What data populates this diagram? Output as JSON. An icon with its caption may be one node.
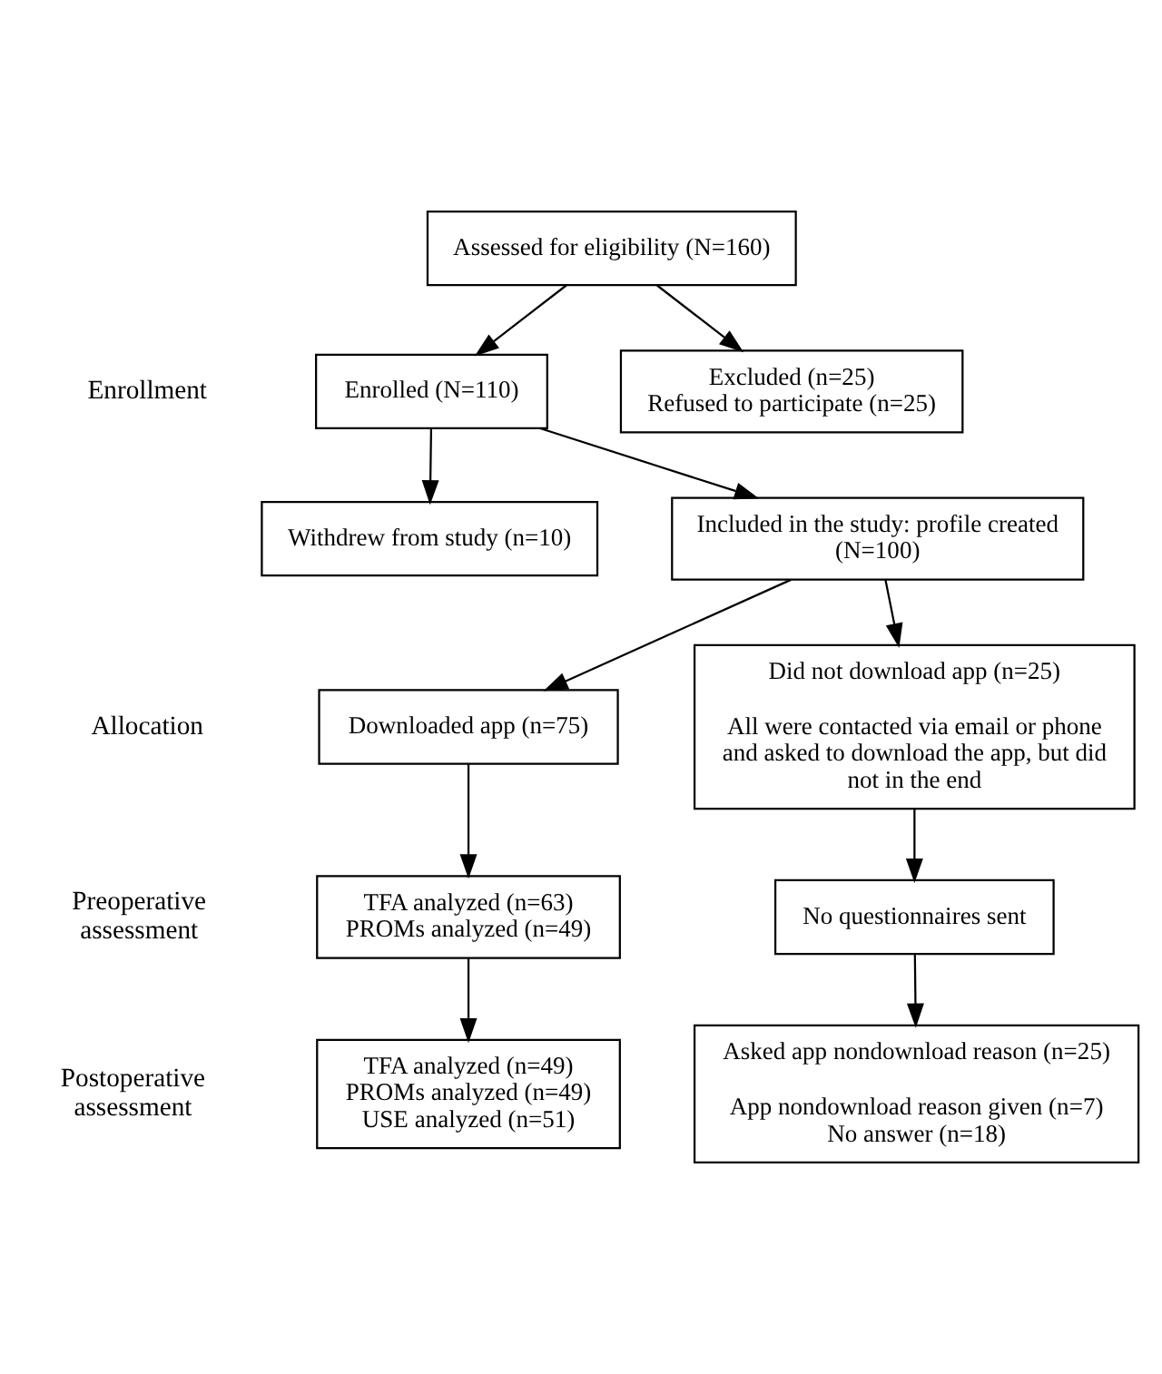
{
  "diagram": {
    "nodes": [
      {
        "text": [
          "Assessed for eligibility (N=160)"
        ]
      },
      {
        "text": [
          "Excluded (n=25)",
          "Refused to participate (n=25)"
        ]
      },
      {
        "text": [
          "Enrolled (N=110)"
        ]
      },
      {
        "text": [
          "Withdrew from study (n=10)"
        ]
      },
      {
        "text": [
          "Included in the study: profile created (N=100)"
        ]
      },
      {
        "text": [
          "Downloaded app (n=75)"
        ]
      },
      {
        "text": [
          "Did not download app (n=25)",
          "All were contacted via email or phone and asked to download the app, but did not in the end"
        ]
      },
      {
        "text": [
          "TFA analyzed (n=63)",
          "PROMs analyzed (n=49)"
        ]
      },
      {
        "text": [
          "No questionnaires sent"
        ]
      },
      {
        "text": [
          "TFA analyzed (n=49)",
          "PROMs analyzed (n=49)",
          "USE analyzed (n=51)"
        ]
      },
      {
        "text": [
          "Asked app nondownload reason (n=25)",
          "App nondownload reason given (n=7)",
          "No answer (n=18)"
        ]
      }
    ],
    "edges": [
      {
        "from": 0,
        "to": 2,
        "arrow": "to"
      },
      {
        "from": 0,
        "to": 1,
        "arrow": "to"
      },
      {
        "from": 2,
        "to": 4,
        "arrow": "to"
      },
      {
        "from": 2,
        "to": 3,
        "arrow": "to"
      },
      {
        "from": 4,
        "to": 5,
        "arrow": "to"
      },
      {
        "from": 4,
        "to": 6,
        "arrow": "to"
      },
      {
        "from": 5,
        "to": 7,
        "arrow": "to"
      },
      {
        "from": 6,
        "to": 8,
        "arrow": "to"
      },
      {
        "from": 7,
        "to": 9,
        "arrow": "to"
      },
      {
        "from": 8,
        "to": 10,
        "arrow": "to"
      }
    ],
    "labels": [
      "Enrollment",
      "Allocation",
      "Preoperative assessment",
      "Postoperative assessment"
    ]
  }
}
